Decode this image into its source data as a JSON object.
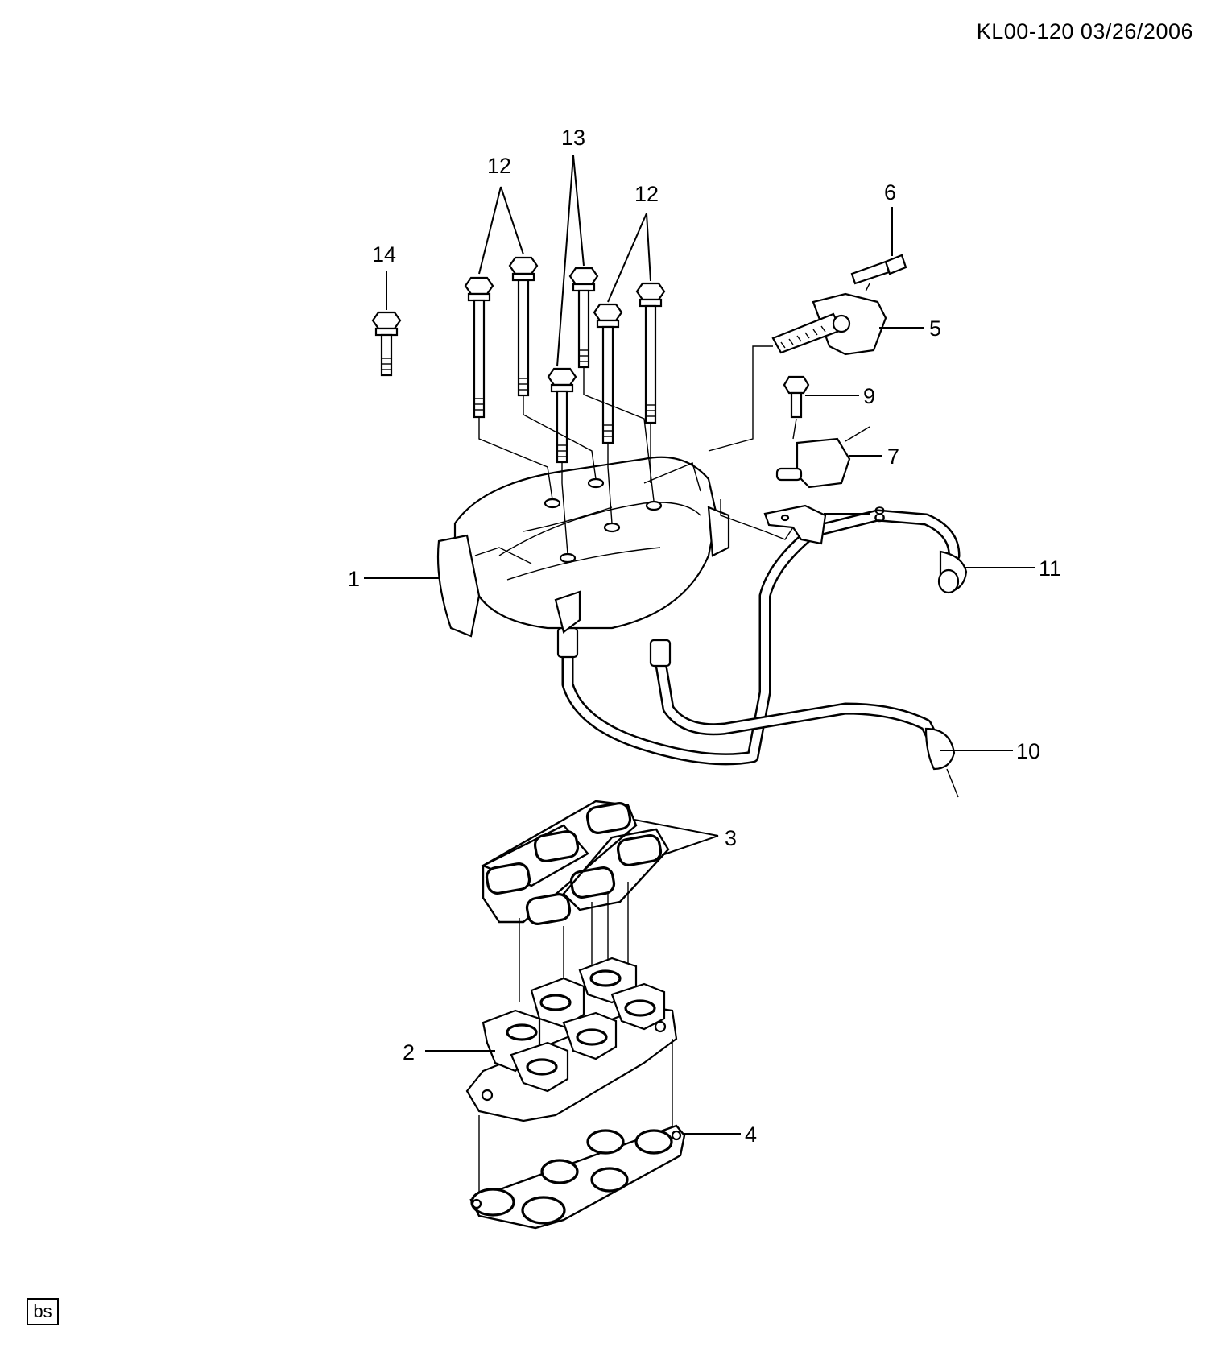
{
  "header": {
    "code": "KL00-120  03/26/2006"
  },
  "footer": {
    "tag": "bs"
  },
  "callouts": [
    {
      "id": "1",
      "text": "1"
    },
    {
      "id": "2",
      "text": "2"
    },
    {
      "id": "3",
      "text": "3"
    },
    {
      "id": "4",
      "text": "4"
    },
    {
      "id": "5",
      "text": "5"
    },
    {
      "id": "6",
      "text": "6"
    },
    {
      "id": "7",
      "text": "7"
    },
    {
      "id": "8",
      "text": "8"
    },
    {
      "id": "9",
      "text": "9"
    },
    {
      "id": "10",
      "text": "10"
    },
    {
      "id": "11",
      "text": "11"
    },
    {
      "id": "12a",
      "text": "12"
    },
    {
      "id": "12b",
      "text": "12"
    },
    {
      "id": "13",
      "text": "13"
    },
    {
      "id": "14",
      "text": "14"
    }
  ]
}
